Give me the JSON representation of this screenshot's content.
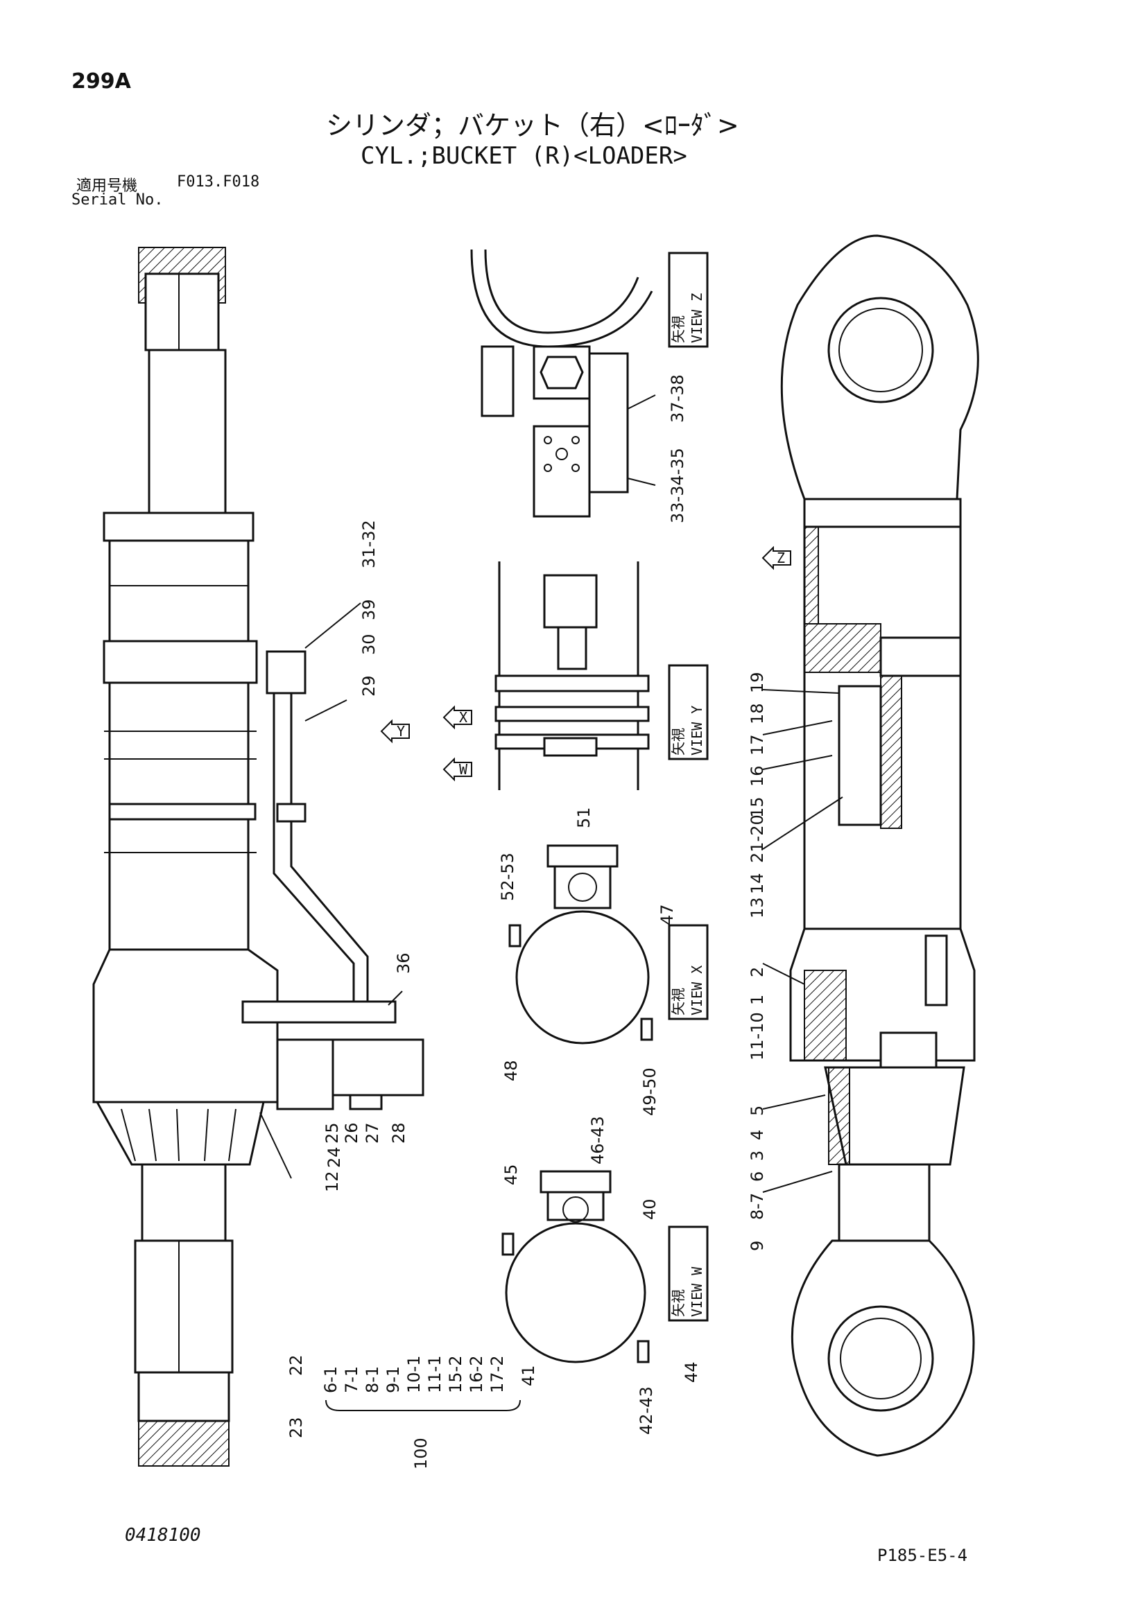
{
  "header": {
    "page_number": "299A",
    "title_jp": "シリンダ；バケット（右）<ﾛｰﾀﾞ>",
    "title_en": "CYL.;BUCKET (R)<LOADER>",
    "serial_label_jp": "適用号機",
    "serial_value": "F013.F018",
    "serial_label_en": "Serial No."
  },
  "footer": {
    "doc_number": "0418100",
    "page_code": "P185-E5-4"
  },
  "views": {
    "z": {
      "jp": "矢視",
      "en": "VIEW Z",
      "marker": "Z"
    },
    "y": {
      "jp": "矢視",
      "en": "VIEW Y",
      "marker": "Y"
    },
    "x": {
      "jp": "矢視",
      "en": "VIEW X",
      "marker": "X"
    },
    "w": {
      "jp": "矢視",
      "en": "VIEW W",
      "marker": "W"
    }
  },
  "callouts": {
    "c31_32": "31-32",
    "c39": "39",
    "c30": "30",
    "c29": "29",
    "c36": "36",
    "c25": "25",
    "c26": "26",
    "c27": "27",
    "c28": "28",
    "c12": "12",
    "c24": "24",
    "c22": "22",
    "c23": "23",
    "c37_38": "37-38",
    "c33_34_35": "33-34-35",
    "c51": "51",
    "c52_53": "52-53",
    "c47": "47",
    "c48": "48",
    "c49_50": "49-50",
    "c46_43": "46-43",
    "c45": "45",
    "c40": "40",
    "c41": "41",
    "c42_43": "42-43",
    "c44": "44",
    "c19": "19",
    "c18": "18",
    "c17": "17",
    "c16": "16",
    "c15": "15",
    "c21_20": "21-20",
    "c14": "14",
    "c13": "13",
    "c2": "2",
    "c1": "1",
    "c11_10": "11-10",
    "c5": "5",
    "c4": "4",
    "c3": "3",
    "c6": "6",
    "c8_7": "8-7",
    "c9": "9"
  },
  "kit": {
    "number": "100",
    "items": [
      "6-1",
      "7-1",
      "8-1",
      "9-1",
      "10-1",
      "11-1",
      "15-2",
      "16-2",
      "17-2"
    ]
  }
}
